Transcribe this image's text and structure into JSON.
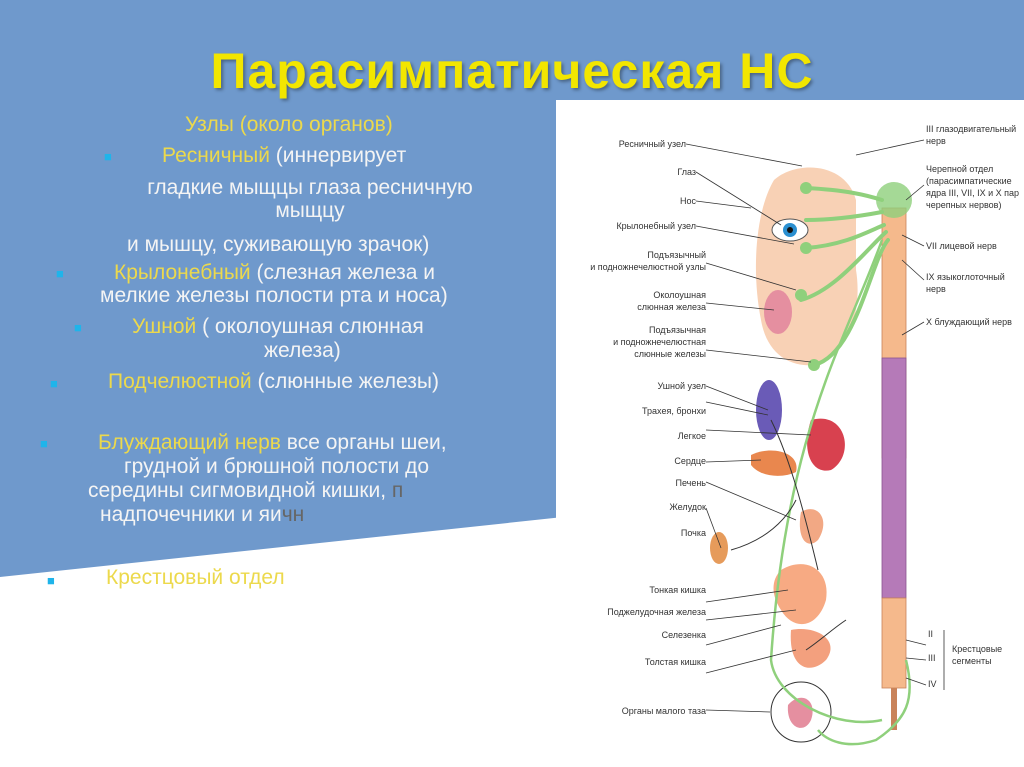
{
  "slide": {
    "title": "Парасимпатическая НС",
    "lines": {
      "nodes": "Узлы (около органов)",
      "ciliary_name": "Ресничный",
      "ciliary_desc": " (иннервирует",
      "ciliary_l2": "гладкие мыщцы глаза ресничную",
      "ciliary_l3": "мыщцу",
      "ciliary_l4": "и мышцу, суживающую зрачок)",
      "ptery_name": "Крылонебный",
      "ptery_desc": " (слезная железа и",
      "ptery_l2": "мелкие железы полости рта и носа)",
      "otic_name": "Ушной",
      "otic_desc": " ( околоушная слюнная",
      "otic_l2": "железа)",
      "submand_name": "Подчелюстной",
      "submand_desc": " (слюнные железы)",
      "vagus_name": "Блуждающий нерв",
      "vagus_desc": " все органы шеи,",
      "vagus_l2": "грудной и брюшной полости до",
      "vagus_l3": "середины сигмовидной кишки,",
      "vagus_l3_tail": " п",
      "vagus_l4": "надпочечники и яи",
      "vagus_l4_tail": "чн",
      "sacral": "Крестцовый отдел"
    },
    "bullet_glyph": "■"
  },
  "figure": {
    "left_labels": [
      "Ресничный узел",
      "Глаз",
      "Нос",
      "Крылонебный узел",
      "Подъязычный",
      "и подножнечелюстной узлы",
      "Околоушная",
      "слюнная железа",
      "Подъязычная",
      "и подножнечелюстная",
      "слюнные железы",
      "Ушной узел",
      "Трахея, бронхи",
      "Легкое",
      "Сердце",
      "Печень",
      "Желудок",
      "Почка",
      "Тонкая кишка",
      "Поджелудочная железа",
      "Селезенка",
      "Толстая кишка",
      "Органы малого таза"
    ],
    "right_labels": [
      "III глазодвигательный",
      "нерв",
      "Черепной отдел",
      "(парасимпатические",
      "ядра III, VII, IX и X пар",
      "черепных нервов)",
      "VII лицевой нерв",
      "IX языкоглоточный",
      "нерв",
      "X блуждающий нерв",
      "II",
      "III",
      "IV",
      "Крестцовые",
      "сегменты"
    ],
    "colors": {
      "panel_blue": "#6f99cc",
      "title_yellow": "#f2e600",
      "highlight": "#ecd94c",
      "bullet": "#1fb4ea",
      "nerve_green": "#8fd07c",
      "spine_orange": "#f5b98c",
      "spine_purple": "#b57ab8"
    }
  }
}
